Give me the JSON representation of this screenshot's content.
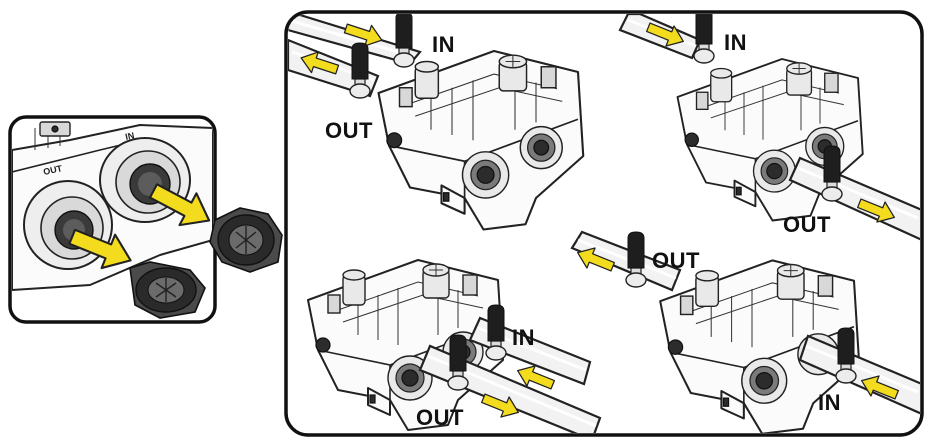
{
  "labels": {
    "in": "IN",
    "out": "OUT",
    "inlet_mark": "IN",
    "outlet_mark": "OUT"
  },
  "colors": {
    "arrow": "#f3dc1e",
    "outline": "#111111",
    "background": "#ffffff"
  },
  "icons": [
    "yellow-flow-arrow",
    "ball-valve-handle",
    "threaded-plug",
    "pipe"
  ]
}
